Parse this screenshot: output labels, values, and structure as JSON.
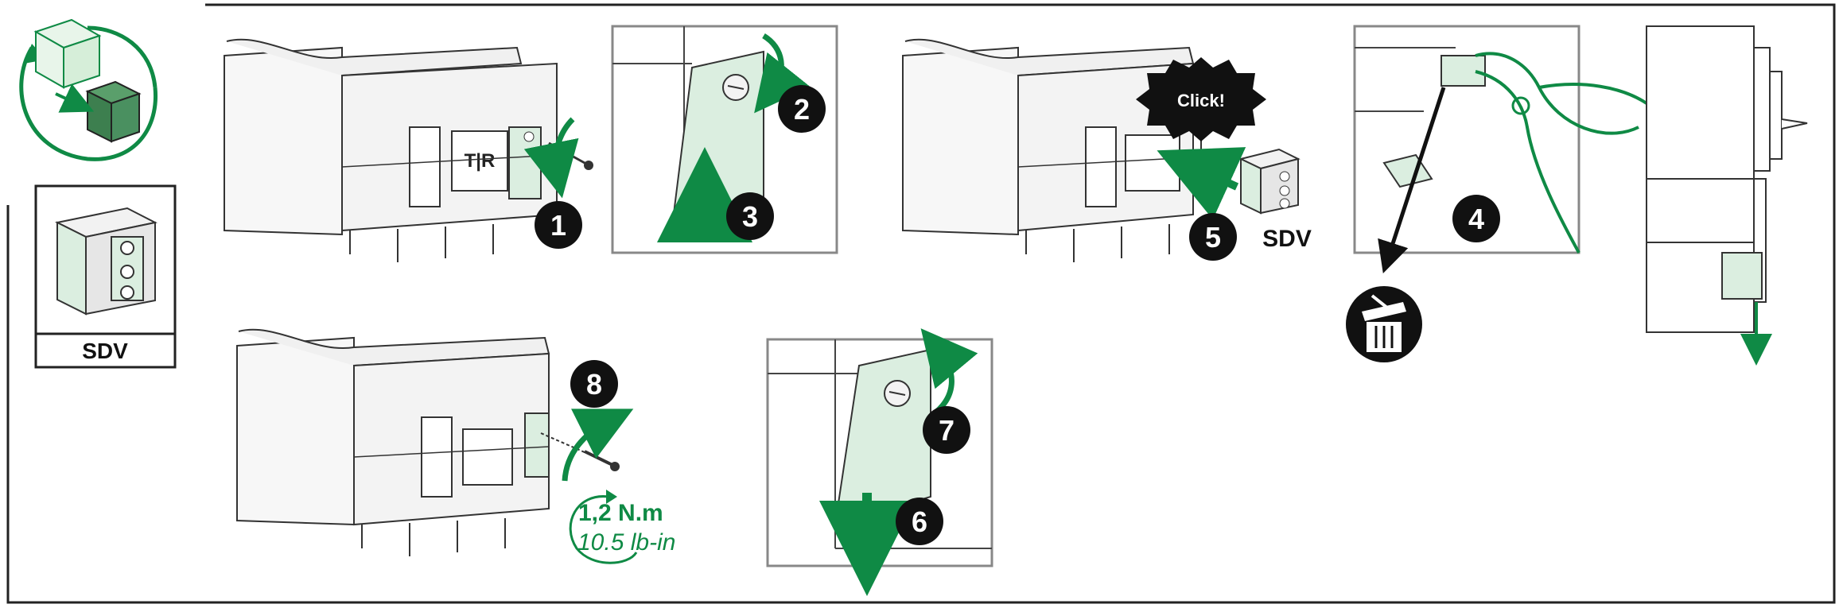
{
  "accessory_card": {
    "label": "SDV"
  },
  "steps": {
    "s1": "1",
    "s2": "2",
    "s3": "3",
    "s4": "4",
    "s5": "5",
    "s6": "6",
    "s7": "7",
    "s8": "8"
  },
  "click_label": "Click!",
  "module_label": "SDV",
  "torque": {
    "metric": "1,2 N.m",
    "imperial": "10.5 lb-in"
  },
  "breaker_badge": "T|R",
  "colors": {
    "accent_green": "#0f8a45",
    "panel_tint": "#dbeee0",
    "outline": "#333333",
    "badge_fill": "#111111"
  },
  "icons": [
    "rotate-cube-icon",
    "trash-icon",
    "click-starburst-icon",
    "cutter-pliers-icon"
  ]
}
